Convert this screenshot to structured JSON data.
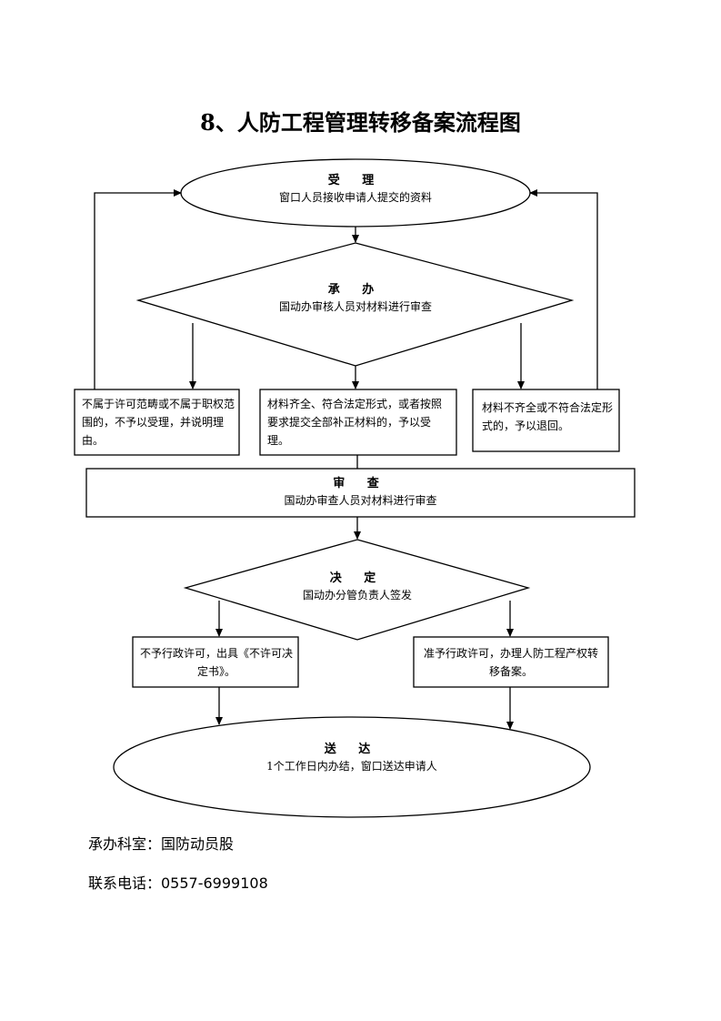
{
  "title": "8、人防工程管理转移备案流程图",
  "nodes": {
    "accept": {
      "heading": "受 理",
      "text": "窗口人员接收申请人提交的资料"
    },
    "handle": {
      "heading": "承 办",
      "text": "国动办审核人员对材料进行审查"
    },
    "reject_scope": {
      "text": "不属于许可范畴或不属于职权范围的，不予以受理，并说明理由。"
    },
    "accept_ok": {
      "text": "材料齐全、符合法定形式，或者按照要求提交全部补正材料的，予以受理。"
    },
    "return": {
      "text": "材料不齐全或不符合法定形式的，予以退回。"
    },
    "review": {
      "heading": "审 查",
      "text": "国动办审查人员对材料进行审查"
    },
    "decide": {
      "heading": "决 定",
      "text": "国动办分管负责人签发"
    },
    "deny": {
      "text": "不予行政许可，出具《不许可决定书》。"
    },
    "approve": {
      "text": "准予行政许可，办理人防工程产权转移备案。"
    },
    "deliver": {
      "heading": "送 达",
      "text": "1个工作日内办结，窗口送达申请人"
    }
  },
  "footer": {
    "office": "承办科室：国防动员股",
    "phone": "联系电话：0557-6999108"
  }
}
